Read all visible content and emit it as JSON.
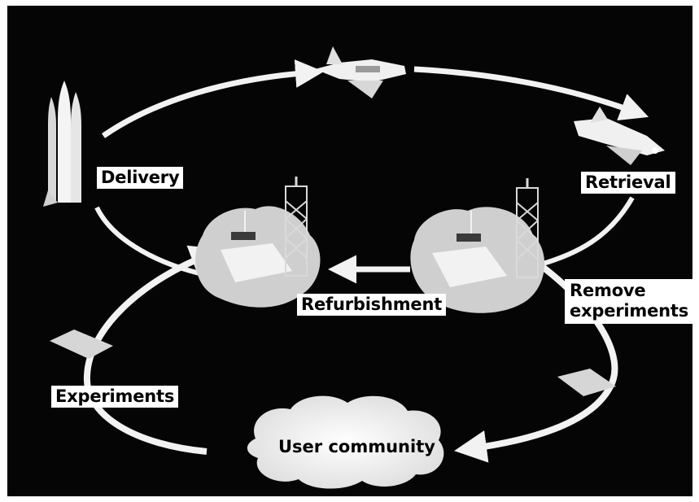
{
  "diagram": {
    "labels": {
      "delivery": "Delivery",
      "retrieval": "Retrieval",
      "refurbishment": "Refurbishment",
      "remove_experiments_line1": "Remove",
      "remove_experiments_line2": "experiments",
      "experiments": "Experiments",
      "user_community": "User community"
    },
    "colors": {
      "background": "#050505",
      "arrow": "#f2f2f2",
      "label_box": "#ffffff",
      "label_text": "#000000"
    },
    "icons": [
      "launch-vehicle-icon",
      "orbiter-in-orbit-icon",
      "landing-orbiter-icon",
      "launch-pad-refurbish-icon",
      "launch-pad-retrieve-icon",
      "experiment-tray-left-icon",
      "experiment-tray-right-icon"
    ]
  }
}
